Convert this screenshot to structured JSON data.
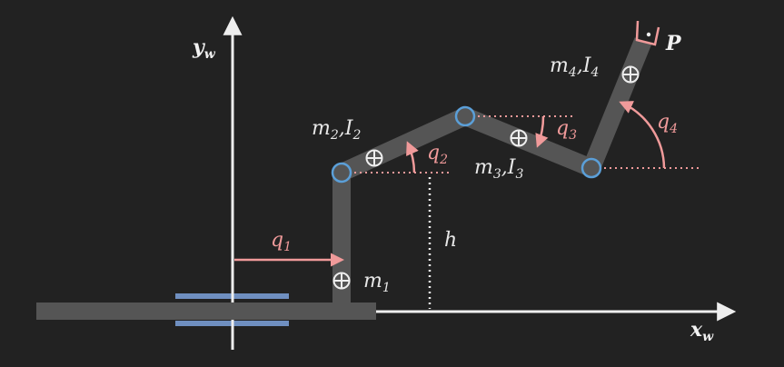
{
  "colors": {
    "background": "#222222",
    "link": "#555555",
    "axis": "#eeeeee",
    "joint": "#5b9fd8",
    "angle": "#f09a9a",
    "rail": "#6f8fc0",
    "text": "#e8e8e8"
  },
  "axes": {
    "x_label": {
      "main": "x",
      "sub": "w"
    },
    "y_label": {
      "main": "y",
      "sub": "w"
    }
  },
  "links": [
    {
      "mass": {
        "main": "m",
        "sub": "1"
      }
    },
    {
      "mass": {
        "main": "m",
        "sub": "2"
      },
      "inertia": {
        "main": "I",
        "sub": "2"
      }
    },
    {
      "mass": {
        "main": "m",
        "sub": "3"
      },
      "inertia": {
        "main": "I",
        "sub": "3"
      }
    },
    {
      "mass": {
        "main": "m",
        "sub": "4"
      },
      "inertia": {
        "main": "I",
        "sub": "4"
      }
    }
  ],
  "joints": [
    {
      "coord": {
        "main": "q",
        "sub": "1"
      }
    },
    {
      "coord": {
        "main": "q",
        "sub": "2"
      }
    },
    {
      "coord": {
        "main": "q",
        "sub": "3"
      }
    },
    {
      "coord": {
        "main": "q",
        "sub": "4"
      }
    }
  ],
  "height_label": "h",
  "end_effector_label": "P",
  "icons": {
    "center_of_mass": "center-of-mass-icon",
    "joint": "revolute-joint-icon",
    "gripper": "gripper-icon"
  }
}
